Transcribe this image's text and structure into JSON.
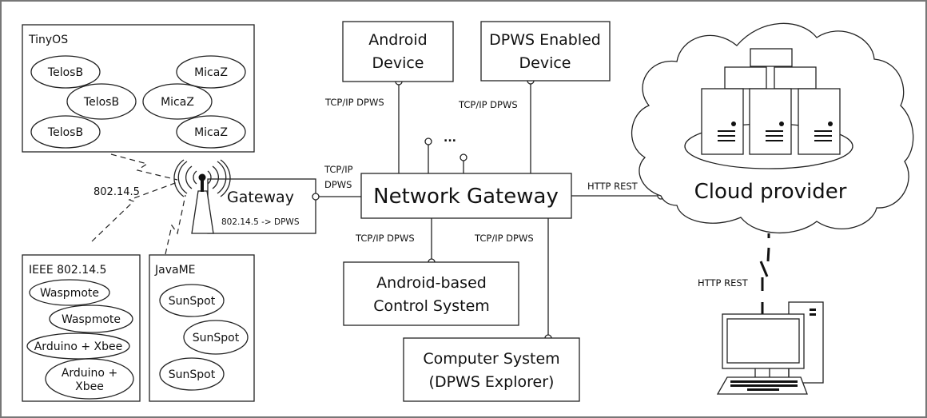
{
  "groups": {
    "tinyos": {
      "title": "TinyOS",
      "nodes": [
        "TelosB",
        "TelosB",
        "TelosB",
        "MicaZ",
        "MicaZ",
        "MicaZ"
      ]
    },
    "ieee": {
      "title": "IEEE 802.14.5",
      "nodes": [
        "Waspmote",
        "Waspmote",
        "Arduino + Xbee",
        "Arduino + Xbee"
      ]
    },
    "javame": {
      "title": "JavaME",
      "nodes": [
        "SunSpot",
        "SunSpot",
        "SunSpot"
      ]
    }
  },
  "gateway": {
    "title": "Gateway",
    "subtitle": "802.14.5 -> DPWS",
    "link_label": "802.14.5"
  },
  "network_gateway": {
    "title": "Network Gateway",
    "ellipsis": "..."
  },
  "devices": {
    "android": [
      "Android",
      "Device"
    ],
    "dpws": [
      "DPWS Enabled",
      "Device"
    ],
    "control": [
      "Android-based",
      "Control System"
    ],
    "computer": [
      "Computer System",
      "(DPWS Explorer)"
    ]
  },
  "links": {
    "android": "TCP/IP DPWS",
    "dpws": "TCP/IP DPWS",
    "control": "TCP/IP DPWS",
    "computer": "TCP/IP DPWS",
    "gateway": [
      "TCP/IP",
      "DPWS"
    ],
    "cloud": "HTTP REST",
    "client": "HTTP REST"
  },
  "cloud": {
    "title": "Cloud provider"
  }
}
